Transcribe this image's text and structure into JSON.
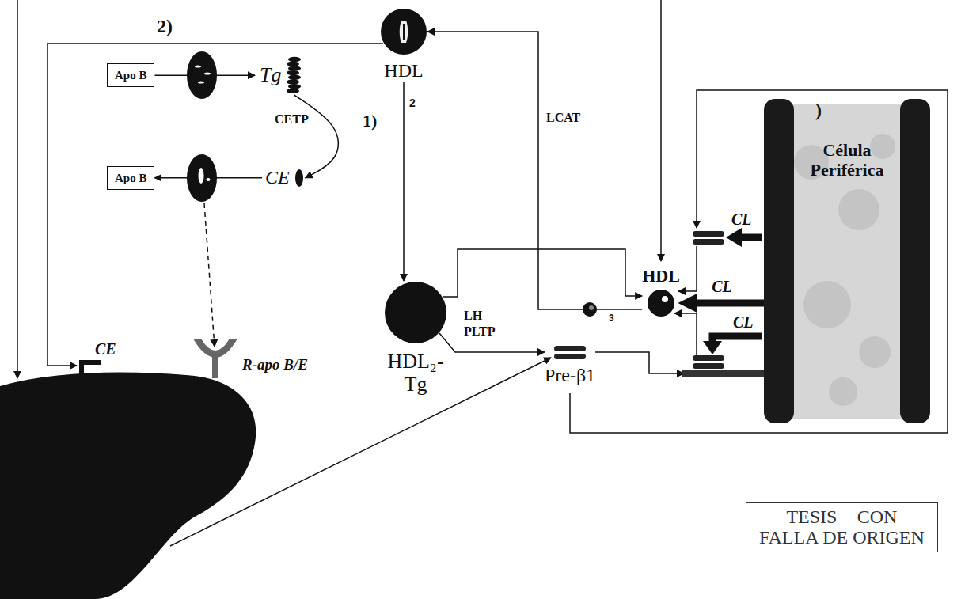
{
  "diagram": {
    "nodes": [
      {
        "text": [
          "Apo B"
        ]
      },
      {
        "text": [
          "Apo B"
        ]
      },
      {
        "text": [
          "HDL"
        ]
      },
      {
        "text": [
          "Tg"
        ]
      },
      {
        "text": [
          "CE"
        ]
      },
      {
        "text": [
          "HDL₂- Tg"
        ]
      },
      {
        "text": [
          "Pre-β1"
        ]
      },
      {
        "text": [
          "HDL"
        ]
      },
      {
        "text": [
          "Célula Periférica"
        ]
      },
      {
        "text": [
          "TESIS CON FALLA DE ORIGEN"
        ]
      }
    ],
    "edges": [
      {
        "from": 0,
        "to": 3,
        "arrow": "to"
      },
      {
        "from": 3,
        "to": 4,
        "label": "CETP",
        "arrow": "to"
      },
      {
        "from": 4,
        "to": 1,
        "arrow": "to"
      },
      {
        "from": 2,
        "to": 5,
        "arrow": "to"
      },
      {
        "from": 5,
        "to": 7,
        "arrow": "to"
      },
      {
        "from": 5,
        "to": 6,
        "arrow": "to"
      },
      {
        "from": 6,
        "to": 8,
        "arrow": "to"
      },
      {
        "from": 8,
        "to": 7,
        "label": "CL",
        "arrow": "to"
      },
      {
        "from": 7,
        "to": 2,
        "label": "LCAT",
        "arrow": "to"
      }
    ],
    "labels": [
      "2)",
      "1)",
      "2",
      "LH",
      "PLTP",
      "3",
      "CL",
      "CL",
      ")",
      "CE",
      "R-apo B/E"
    ]
  }
}
